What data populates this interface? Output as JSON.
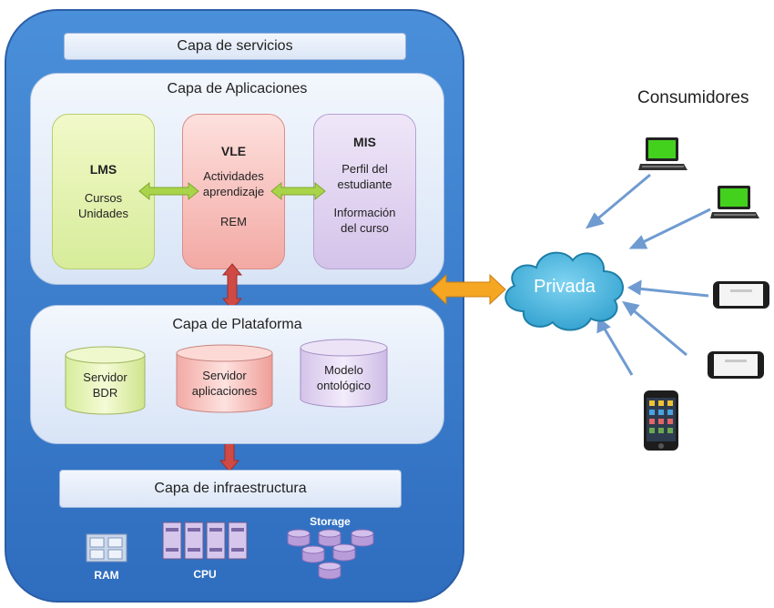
{
  "services_layer": {
    "label": "Capa de servicios"
  },
  "applications_layer": {
    "title": "Capa de Aplicaciones",
    "lms": {
      "title": "LMS",
      "line1": "Cursos",
      "line2": "Unidades"
    },
    "vle": {
      "title": "VLE",
      "line1": "Actividades",
      "line2": "aprendizaje",
      "line3": "REM"
    },
    "mis": {
      "title": "MIS",
      "line1": "Perfil del",
      "line2": "estudiante",
      "line3": "Información",
      "line4": "del curso"
    }
  },
  "platform_layer": {
    "title": "Capa de Plataforma",
    "bdr": {
      "line1": "Servidor",
      "line2": "BDR"
    },
    "apps": {
      "line1": "Servidor",
      "line2": "aplicaciones"
    },
    "onto": {
      "line1": "Modelo",
      "line2": "ontológico"
    }
  },
  "infrastructure_layer": {
    "label": "Capa de infraestructura"
  },
  "resources": {
    "ram": "RAM",
    "cpu": "CPU",
    "storage": "Storage"
  },
  "cloud": {
    "label": "Privada"
  },
  "consumers": {
    "title": "Consumidores"
  },
  "colors": {
    "outer_box": "#3f82d2",
    "lms_card": "#dcef9f",
    "vle_card": "#f5b3ae",
    "mis_card": "#d8c8ec",
    "green_arrow": "#9acd32",
    "red_arrow": "#c9443f",
    "orange_arrow": "#f5a31e",
    "cloud_fill": "#3cb6e0",
    "consumer_arrow": "#6f9bd1"
  }
}
